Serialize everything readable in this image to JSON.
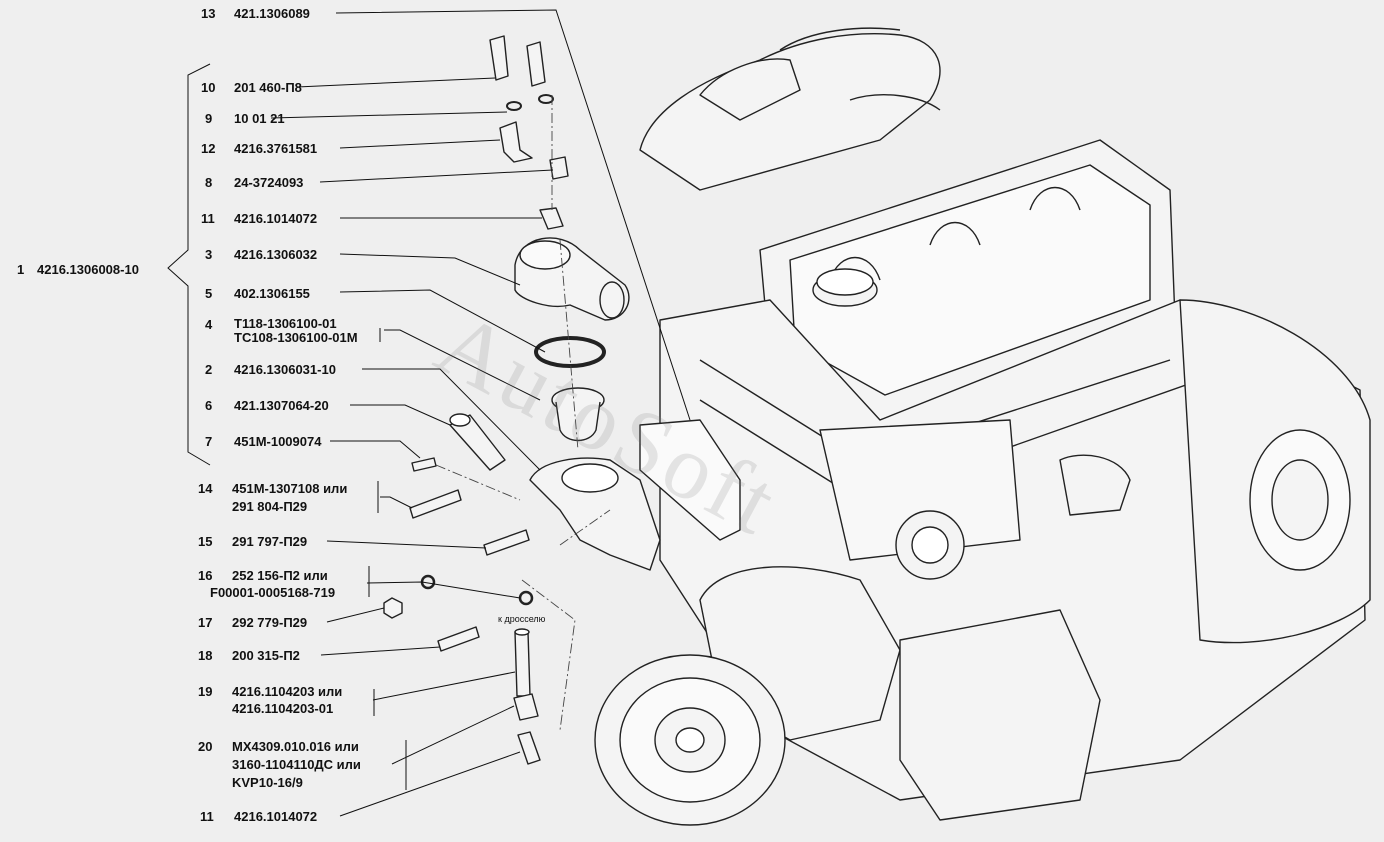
{
  "assembly": {
    "num": "1",
    "code": "4216.1306008-10"
  },
  "callouts": [
    {
      "id": "c13",
      "num": "13",
      "lines": [
        "421.1306089"
      ]
    },
    {
      "id": "c10",
      "num": "10",
      "lines": [
        "201 460-П8"
      ]
    },
    {
      "id": "c9",
      "num": "9",
      "lines": [
        "10 01 21"
      ]
    },
    {
      "id": "c12",
      "num": "12",
      "lines": [
        "4216.3761581"
      ]
    },
    {
      "id": "c8",
      "num": "8",
      "lines": [
        "24-3724093"
      ]
    },
    {
      "id": "c11a",
      "num": "11",
      "lines": [
        "4216.1014072"
      ]
    },
    {
      "id": "c3",
      "num": "3",
      "lines": [
        "4216.1306032"
      ]
    },
    {
      "id": "c5",
      "num": "5",
      "lines": [
        "402.1306155"
      ]
    },
    {
      "id": "c4",
      "num": "4",
      "lines": [
        "Т118-1306100-01",
        "ТС108-1306100-01М"
      ]
    },
    {
      "id": "c2",
      "num": "2",
      "lines": [
        "4216.1306031-10"
      ]
    },
    {
      "id": "c6",
      "num": "6",
      "lines": [
        "421.1307064-20"
      ]
    },
    {
      "id": "c7",
      "num": "7",
      "lines": [
        "451М-1009074"
      ]
    },
    {
      "id": "c14",
      "num": "14",
      "lines": [
        "451М-1307108 или",
        "291 804-П29"
      ]
    },
    {
      "id": "c15",
      "num": "15",
      "lines": [
        "291 797-П29"
      ]
    },
    {
      "id": "c16",
      "num": "16",
      "lines": [
        "252 156-П2 или",
        "F00001-0005168-719"
      ]
    },
    {
      "id": "c17",
      "num": "17",
      "lines": [
        "292 779-П29"
      ]
    },
    {
      "id": "c18",
      "num": "18",
      "lines": [
        "200 315-П2"
      ]
    },
    {
      "id": "c19",
      "num": "19",
      "lines": [
        "4216.1104203 или",
        "4216.1104203-01"
      ]
    },
    {
      "id": "c20",
      "num": "20",
      "lines": [
        "МХ4309.010.016 или",
        "3160-1104110ДС или",
        "KVP10-16/9"
      ]
    },
    {
      "id": "c11b",
      "num": "11",
      "lines": [
        "4216.1014072"
      ]
    }
  ],
  "note": "к дросселю",
  "watermark": "AutoSoft"
}
